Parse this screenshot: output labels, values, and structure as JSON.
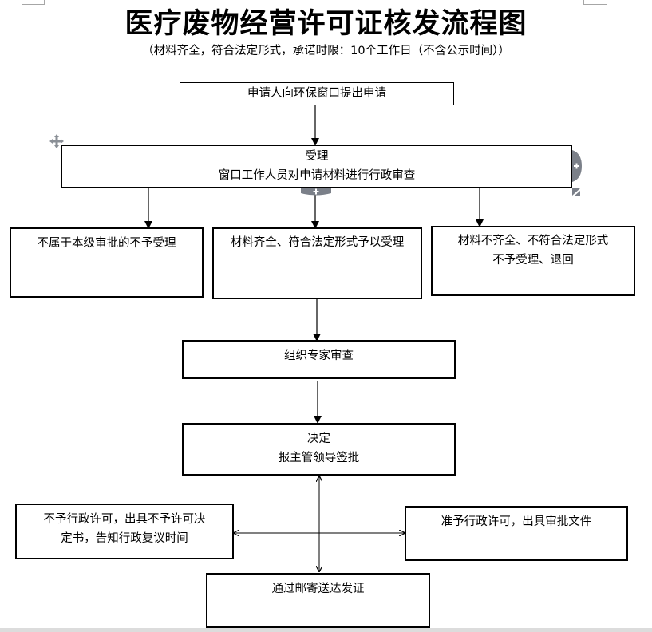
{
  "title": "医疗废物经营许可证核发流程图",
  "subtitle": "（材料齐全，符合法定形式，承诺时限：10个工作日（不含公示时间））",
  "nodes": {
    "apply": {
      "text": "申请人向环保窗口提出申请"
    },
    "accept": {
      "line1": "受理",
      "line2": "窗口工作人员对申请材料进行行政审查"
    },
    "reject_level": {
      "text": "不属于本级审批的不予受理"
    },
    "accept_ok": {
      "text": "材料齐全、符合法定形式予以受理"
    },
    "reject_incomplete": {
      "line1": "材料不齐全、不符合法定形式",
      "line2": "不予受理、退回"
    },
    "expert_review": {
      "text": "组织专家审查"
    },
    "decision": {
      "line1": "决定",
      "line2": "报主管领导签批"
    },
    "deny_permit": {
      "line1": "不予行政许可，出具不予许可决",
      "line2": "定书，告知行政复议时间"
    },
    "grant_permit": {
      "text": "准予行政许可，出具审批文件"
    },
    "mail_issue": {
      "text": "通过邮寄送达发证"
    }
  },
  "editor_handles": {
    "move": "move-handle-icon",
    "add_right": "add-shape-right-icon",
    "add_bottom": "add-shape-bottom-icon",
    "resize": "resize-handle-icon"
  }
}
